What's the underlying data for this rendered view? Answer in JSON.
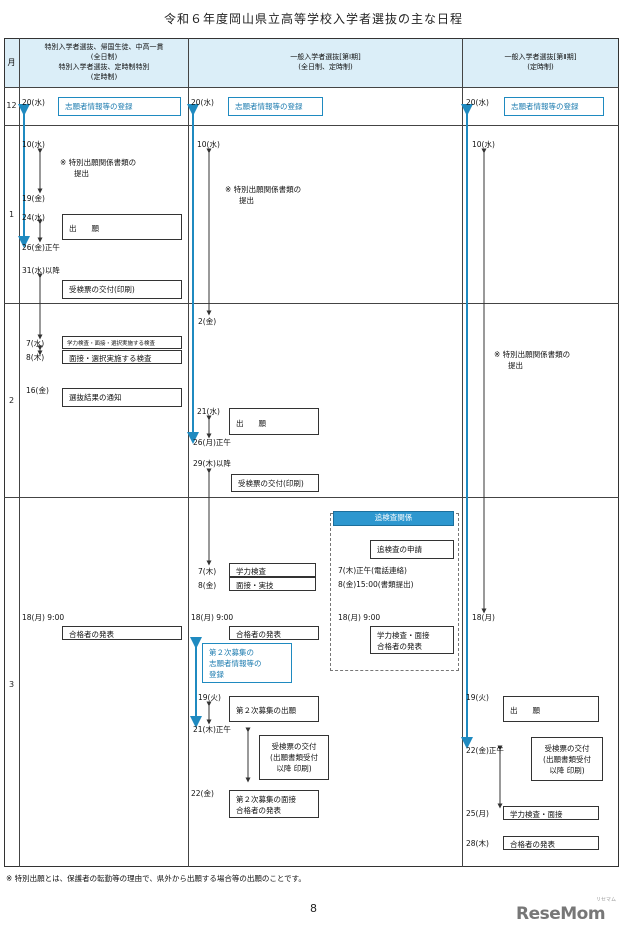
{
  "title": "令和６年度岡山県立高等学校入学者選抜の主な日程",
  "header": {
    "month_label": "月",
    "col1": [
      "特別入学者選抜、帰国生徒、中高一貫",
      "(全日制)",
      "特別入学者選抜、定時制特別",
      "(定時制)"
    ],
    "col2": [
      "一般入学者選抜[第Ⅰ期]",
      "(全日制、定時制)"
    ],
    "col3": [
      "一般入学者選抜[第Ⅱ期]",
      "(定時制)"
    ]
  },
  "months": {
    "m12": "12",
    "m1": "1",
    "m2": "2",
    "m3": "3"
  },
  "col1": {
    "d1": "20(水)",
    "b1": "志願者情報等の登録",
    "d2": "10(水)",
    "n1": "※ 特別出願関係書類の",
    "n1b": "提出",
    "d3": "19(金)",
    "d4": "24(水)",
    "b2": "出　　願",
    "d5": "26(金)正午",
    "d6": "31(水)以降",
    "b3": "受検票の交付(印刷)",
    "d7": "7(水)",
    "b4": "学力検査・面接・選択実施する検査",
    "d8": "8(木)",
    "b5": "面接・選択実施する検査",
    "d9": "16(金)",
    "b6": "選抜結果の通知",
    "d10": "18(月) 9:00",
    "b7": "合格者の発表"
  },
  "col2": {
    "d1": "20(水)",
    "b1": "志願者情報等の登録",
    "d2": "10(水)",
    "n1": "※ 特別出願関係書類の",
    "n1b": "提出",
    "d3": "2(金)",
    "d4": "21(水)",
    "b2": "出　　願",
    "d5": "26(月)正午",
    "d6": "29(木)以降",
    "b3": "受検票の交付(印刷)",
    "d7": "7(木)",
    "b4": "学力検査",
    "d8": "8(金)",
    "b5": "面接・実技",
    "d9": "18(月) 9:00",
    "b6": "合格者の発表",
    "b7": [
      "第２次募集の",
      "志願者情報等の",
      "登録"
    ],
    "d10": "19(火)",
    "b8": "第２次募集の出願",
    "d11": "21(木)正午",
    "b9": [
      "受検票の交付",
      "(出願書類受付",
      "以降 印刷)"
    ],
    "d12": "22(金)",
    "b10": [
      "第２次募集の面接",
      "合格者の発表"
    ]
  },
  "tsuikensa": {
    "head": "追検査関係",
    "b1": "追検査の申請",
    "d1": "7(木)正午(電話連絡)",
    "d2": "8(金)15:00(書類提出)",
    "d3": "18(月) 9:00",
    "b2": [
      "学力検査・面接",
      "合格者の発表"
    ]
  },
  "col3": {
    "d1": "20(水)",
    "b1": "志願者情報等の登録",
    "d2": "10(水)",
    "n1": "※ 特別出願関係書類の",
    "n1b": "提出",
    "d3": "18(月)",
    "d4": "19(火)",
    "b2": "出　　願",
    "d5": "22(金)正午",
    "b3": [
      "受検票の交付",
      "(出願書類受付",
      "以降 印刷)"
    ],
    "d6": "25(月)",
    "b4": "学力検査・面接",
    "d7": "28(木)",
    "b5": "合格者の発表"
  },
  "footnote": "※ 特別出願とは、保護者の転勤等の理由で、県外から出願する場合等の出願のことです。",
  "page_number": "8",
  "logo": "ReseMom",
  "logo_small": "リセマム",
  "colors": {
    "accent": "#2d97cf",
    "header_bg": "#dbeef8"
  }
}
